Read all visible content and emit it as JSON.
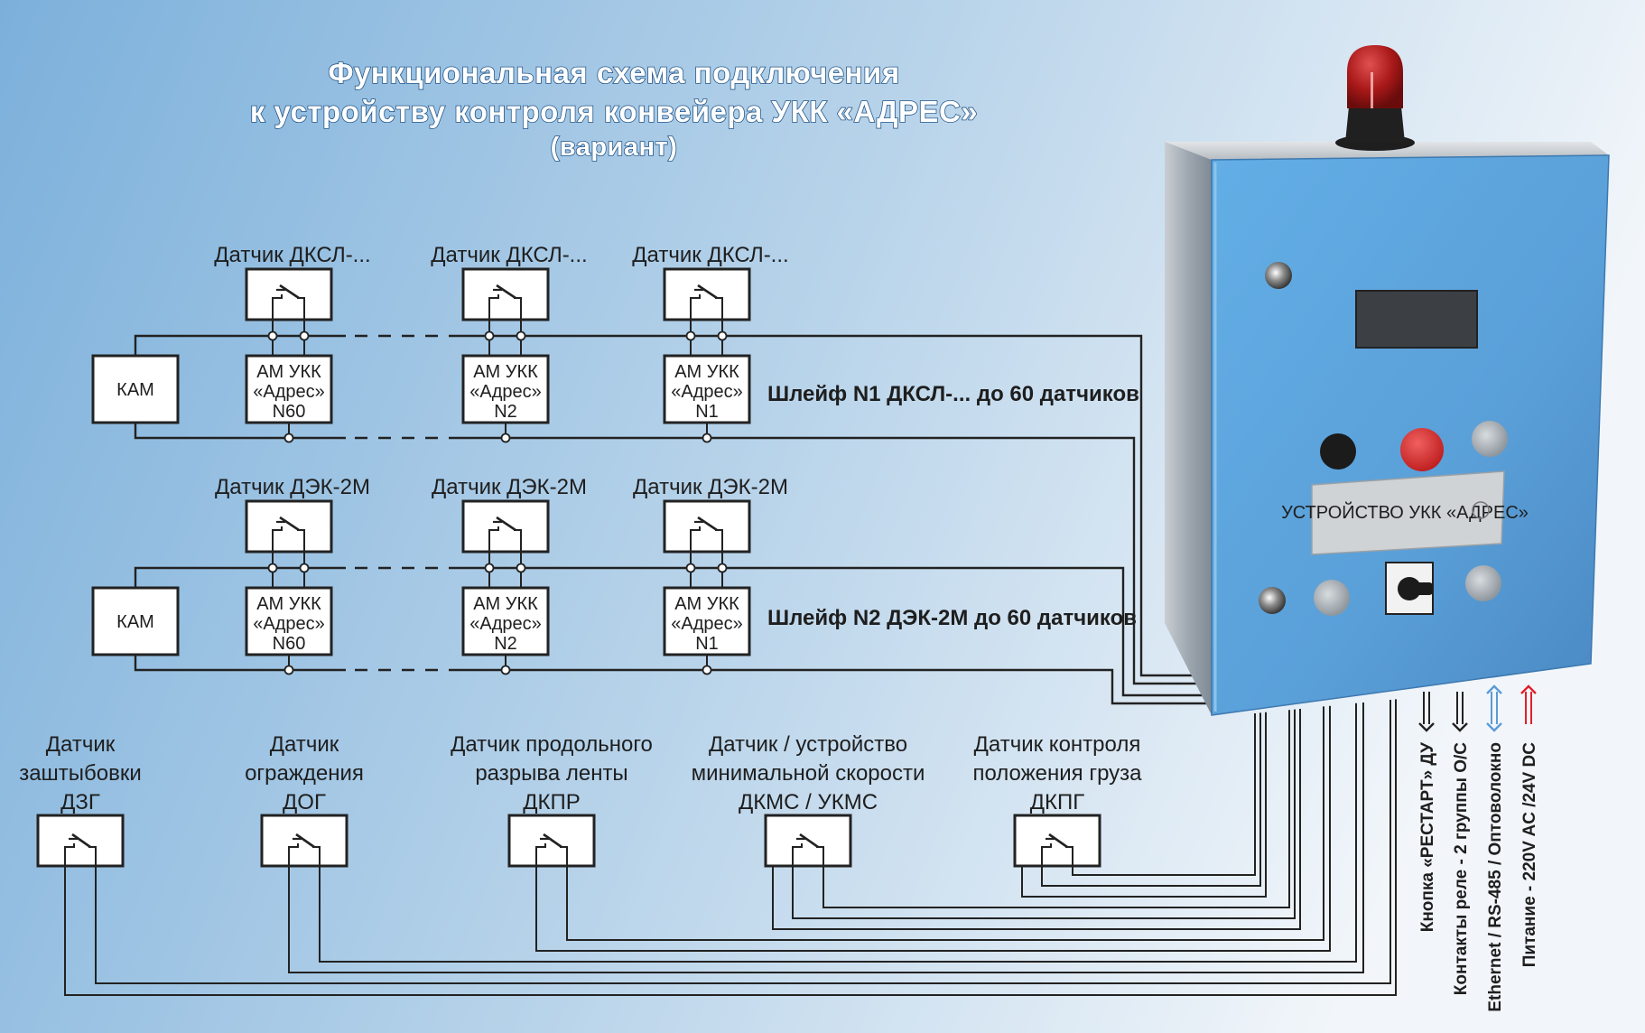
{
  "title": {
    "line1": "Функциональная схема подключения",
    "line2": "к устройству контроля конвейера УКК «АДРЕС»",
    "line3": "(вариант)"
  },
  "colors": {
    "background_left": "#80b3dc",
    "background_right": "#eef4f9",
    "title_outline": "#24578a",
    "cabinet_blue": "#5ea3dc",
    "beacon_red": "#b01e1e",
    "arrow_blue": "#5b9bd5",
    "arrow_red": "#e0202a",
    "wire": "#222222"
  },
  "loops": [
    {
      "label": "Шлейф N1 ДКСЛ-... до 60 датчиков",
      "kam_label": "КАМ",
      "sensors": [
        {
          "sensor_label": "Датчик ДКСЛ-...",
          "module_line1": "АМ УКК",
          "module_line2": "«Адрес»",
          "module_line3": "N60"
        },
        {
          "sensor_label": "Датчик ДКСЛ-...",
          "module_line1": "АМ УКК",
          "module_line2": "«Адрес»",
          "module_line3": "N2"
        },
        {
          "sensor_label": "Датчик ДКСЛ-...",
          "module_line1": "АМ УКК",
          "module_line2": "«Адрес»",
          "module_line3": "N1"
        }
      ]
    },
    {
      "label": "Шлейф N2 ДЭК-2М до 60 датчиков",
      "kam_label": "КАМ",
      "sensors": [
        {
          "sensor_label": "Датчик ДЭК-2М",
          "module_line1": "АМ УКК",
          "module_line2": "«Адрес»",
          "module_line3": "N60"
        },
        {
          "sensor_label": "Датчик ДЭК-2М",
          "module_line1": "АМ УКК",
          "module_line2": "«Адрес»",
          "module_line3": "N2"
        },
        {
          "sensor_label": "Датчик ДЭК-2М",
          "module_line1": "АМ УКК",
          "module_line2": "«Адрес»",
          "module_line3": "N1"
        }
      ]
    }
  ],
  "field_sensors": [
    {
      "lines": [
        "Датчик",
        "заштыбовки",
        "ДЗГ"
      ]
    },
    {
      "lines": [
        "Датчик",
        "ограждения",
        "ДОГ"
      ]
    },
    {
      "lines": [
        "Датчик продольного",
        "разрыва ленты",
        "ДКПР"
      ]
    },
    {
      "lines": [
        "Датчик / устройство",
        "минимальной скорости",
        "ДКМС / УКМС"
      ]
    },
    {
      "lines": [
        "Датчик контроля",
        "положения груза",
        "ДКПГ"
      ]
    }
  ],
  "connections": [
    {
      "label": "Кнопка «РЕСТАРТ» ДУ",
      "arrow": "arrow-down-icon",
      "color": "#222222"
    },
    {
      "label": "Контакты реле - 2 группы О/С",
      "arrow": "arrow-down-icon",
      "color": "#222222"
    },
    {
      "label": "Ethernet  /  RS-485 / Оптоволокно",
      "arrow": "arrow-bidirectional-icon",
      "color": "#5b9bd5"
    },
    {
      "label": "Питание - 220V AC /24V DC",
      "arrow": "arrow-up-icon",
      "color": "#e0202a"
    }
  ],
  "device": {
    "name": "УКК «АДРЕС»",
    "nameplate_text": "УСТРОЙСТВО УКК «АДРЕС»"
  }
}
